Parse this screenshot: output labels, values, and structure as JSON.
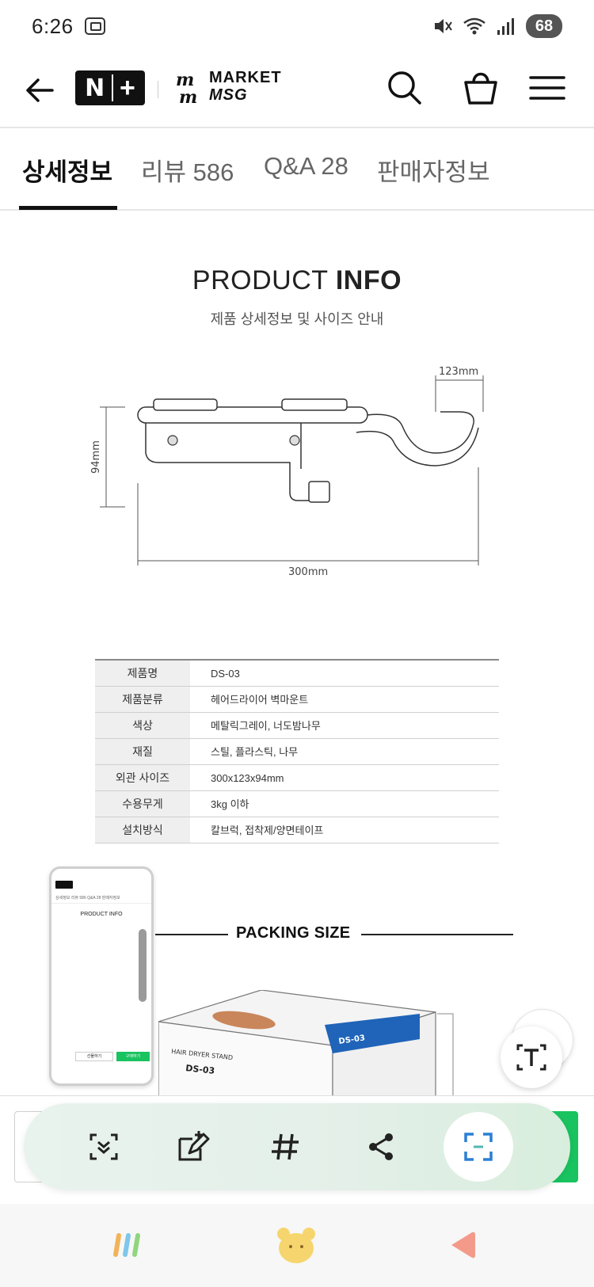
{
  "status_bar": {
    "time": "6:26",
    "battery": "68"
  },
  "header": {
    "brand_line1": "MARKET",
    "brand_line2": "MSG"
  },
  "tabs": [
    {
      "label": "상세정보"
    },
    {
      "label": "리뷰 586"
    },
    {
      "label": "Q&A 28"
    },
    {
      "label": "판매자정보"
    }
  ],
  "product_info": {
    "title_light": "PRODUCT ",
    "title_bold": "INFO",
    "subtitle": "제품 상세정보 및 사이즈 안내",
    "dims": {
      "depth": "123mm",
      "height": "94mm",
      "width": "300mm"
    }
  },
  "spec_table": [
    {
      "key": "제품명",
      "value": "DS-03"
    },
    {
      "key": "제품분류",
      "value": "헤어드라이어 벽마운트"
    },
    {
      "key": "색상",
      "value": "메탈릭그레이, 너도밤나무"
    },
    {
      "key": "재질",
      "value": "스틸, 플라스틱, 나무"
    },
    {
      "key": "외관 사이즈",
      "value": "300x123x94mm"
    },
    {
      "key": "수용무게",
      "value": "3kg 이하"
    },
    {
      "key": "설치방식",
      "value": "칼브럭, 접착제/양면테이프"
    }
  ],
  "packing": {
    "title": "PACKING SIZE",
    "box_line1": "HAIR DRYER STAND",
    "box_line2": "DS-03",
    "box_side": "DS-03"
  },
  "thumbnail": {
    "tabs": "상세정보   리뷰 586   Q&A 28   판매자정보",
    "title": "PRODUCT INFO",
    "btn_gift": "선물하기",
    "btn_buy": "구매하기"
  },
  "icons": {
    "back": "back-arrow-icon",
    "search": "search-icon",
    "cart": "shopping-bag-icon",
    "menu": "hamburger-menu-icon",
    "tools": [
      "smart-select-icon",
      "draw-icon",
      "hashtag-icon",
      "share-icon",
      "capture-icon"
    ],
    "nav": [
      "recent-apps-icon",
      "home-bear-icon",
      "back-triangle-icon"
    ]
  },
  "colors": {
    "green": "#19c35f",
    "tab_active": "#111111",
    "toolbar_bg": "#e6f1ea",
    "capture_blue": "#2a7fd4"
  }
}
